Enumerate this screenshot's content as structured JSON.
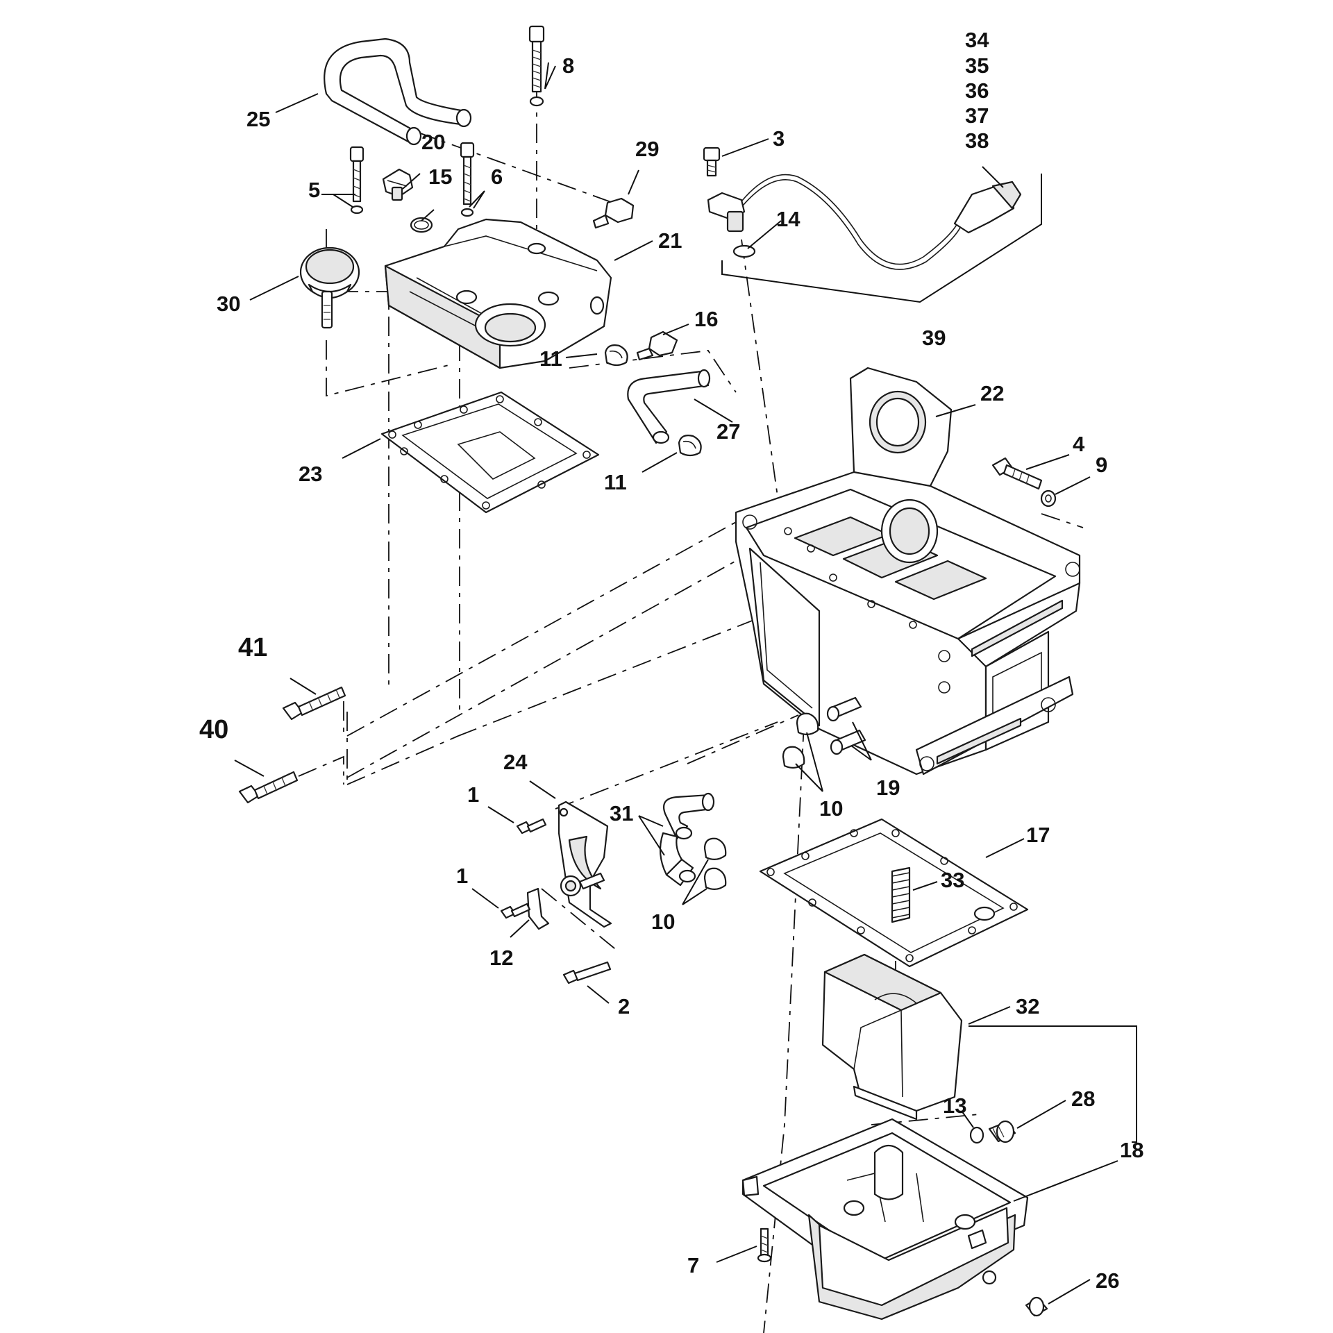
{
  "diagram": {
    "callouts": {
      "c1a": "1",
      "c1b": "1",
      "c2": "2",
      "c3": "3",
      "c4": "4",
      "c5": "5",
      "c6": "6",
      "c7": "7",
      "c8": "8",
      "c9": "9",
      "c10a": "10",
      "c10b": "10",
      "c11a": "11",
      "c11b": "11",
      "c12": "12",
      "c13": "13",
      "c14": "14",
      "c15": "15",
      "c16": "16",
      "c17": "17",
      "c18": "18",
      "c19": "19",
      "c20": "20",
      "c21": "21",
      "c22": "22",
      "c23": "23",
      "c24": "24",
      "c25": "25",
      "c26": "26",
      "c27": "27",
      "c28": "28",
      "c29": "29",
      "c30": "30",
      "c31": "31",
      "c32": "32",
      "c33": "33",
      "c34": "34",
      "c35": "35",
      "c36": "36",
      "c37": "37",
      "c38": "38",
      "c39": "39",
      "c40": "40",
      "c41": "41"
    }
  }
}
